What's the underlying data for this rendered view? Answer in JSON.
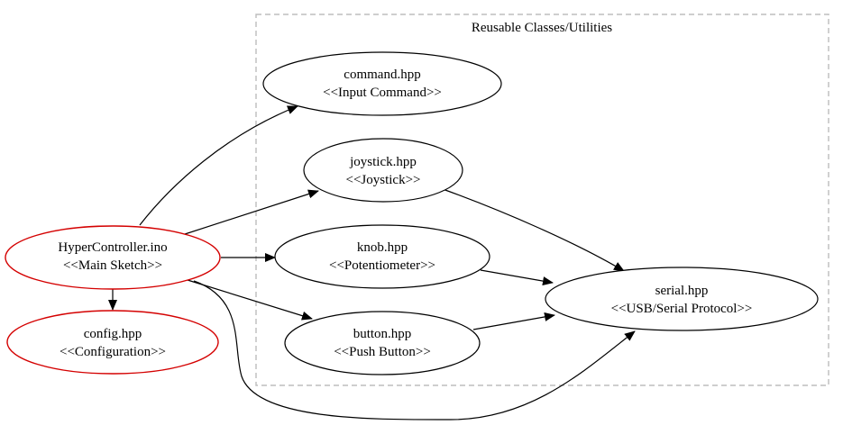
{
  "colors": {
    "main": "#d40000",
    "default": "#000000",
    "cluster_border": "#bdbdbd"
  },
  "cluster": {
    "label": "Reusable Classes/Utilities"
  },
  "nodes": {
    "hypercontroller": {
      "title": "HyperController.ino",
      "stereotype": "<<Main Sketch>>"
    },
    "config": {
      "title": "config.hpp",
      "stereotype": "<<Configuration>>"
    },
    "command": {
      "title": "command.hpp",
      "stereotype": "<<Input Command>>"
    },
    "joystick": {
      "title": "joystick.hpp",
      "stereotype": "<<Joystick>>"
    },
    "knob": {
      "title": "knob.hpp",
      "stereotype": "<<Potentiometer>>"
    },
    "button": {
      "title": "button.hpp",
      "stereotype": "<<Push Button>>"
    },
    "serial": {
      "title": "serial.hpp",
      "stereotype": "<<USB/Serial Protocol>>"
    }
  },
  "edges": [
    {
      "from": "hypercontroller",
      "to": "command"
    },
    {
      "from": "hypercontroller",
      "to": "joystick"
    },
    {
      "from": "hypercontroller",
      "to": "knob"
    },
    {
      "from": "hypercontroller",
      "to": "button"
    },
    {
      "from": "hypercontroller",
      "to": "config"
    },
    {
      "from": "hypercontroller",
      "to": "serial"
    },
    {
      "from": "joystick",
      "to": "serial"
    },
    {
      "from": "knob",
      "to": "serial"
    },
    {
      "from": "button",
      "to": "serial"
    }
  ]
}
